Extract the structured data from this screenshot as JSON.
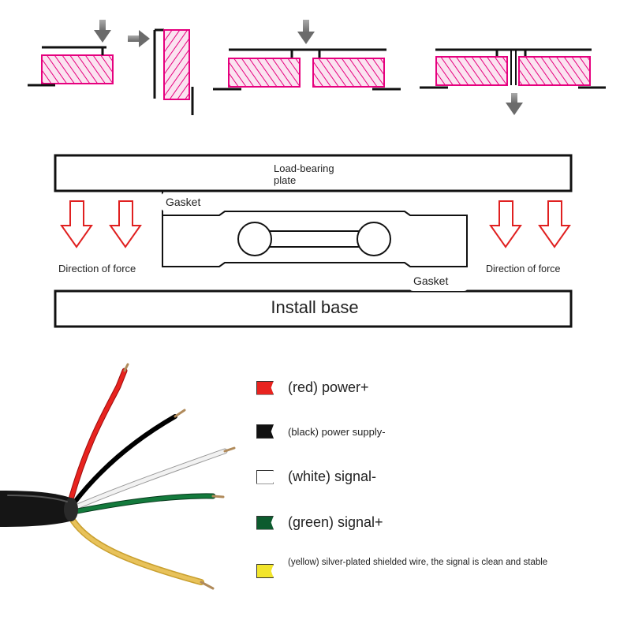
{
  "plate": {
    "label_line1": "Load-bearing",
    "label_line2": "plate"
  },
  "gaskets": {
    "top": "Gasket",
    "bottom": "Gasket"
  },
  "force": {
    "left": "Direction of force",
    "right": "Direction of force"
  },
  "base": {
    "label": "Install base"
  },
  "legend": [
    {
      "text": "(red) power+",
      "color": "#e8231f"
    },
    {
      "text": "(black) power supply-",
      "color": "#111111"
    },
    {
      "text": "(white) signal-",
      "color": "#ffffff"
    },
    {
      "text": "(green) signal+",
      "color": "#0d5b2e"
    },
    {
      "text": "(yellow) silver-plated shielded wire, the signal is clean and stable",
      "color": "#f2e52b"
    }
  ],
  "colors": {
    "pink": "#e6007e",
    "arrow_red": "#e02020",
    "arrow_gray": "#7a7a7a"
  }
}
